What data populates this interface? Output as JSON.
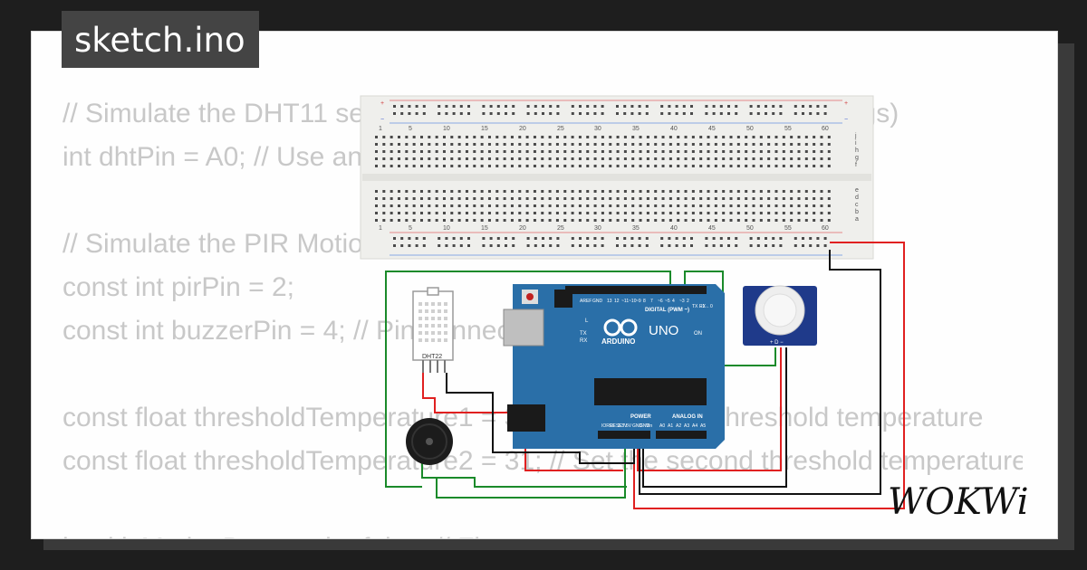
{
  "tab": {
    "filename": "sketch.ino"
  },
  "code_lines": [
    "// Simulate the DHT11 sensor with a potentiometer (random readings)",
    "int dhtPin = A0; // Use analog pin A0 for the simulated DHT sensor",
    "",
    "// Simulate the PIR Motion sensor",
    "const int pirPin = 2;",
    "const int buzzerPin = 4; // Pin connected to the buzzer",
    "",
    "const float thresholdTemperature1 = 30; // Set the first threshold temperature",
    "const float thresholdTemperature2 = 31; // Set the second threshold temperature",
    "",
    "bool isMotionDetected = false; // Flag"
  ],
  "breadboard": {
    "columns": [
      "1",
      "5",
      "10",
      "15",
      "20",
      "25",
      "30",
      "35",
      "40",
      "45",
      "50",
      "55",
      "60"
    ],
    "rows_top": [
      "j",
      "i",
      "h",
      "g",
      "f"
    ],
    "rows_bottom": [
      "e",
      "d",
      "c",
      "b",
      "a"
    ],
    "rail_plus": "+",
    "rail_minus": "−"
  },
  "arduino": {
    "name": "UNO",
    "brand": "ARDUINO",
    "digital_label": "DIGITAL (PWM ~)",
    "power_label": "POWER",
    "analog_label": "ANALOG IN",
    "on_label": "ON",
    "tx_label": "TX",
    "rx_label": "RX",
    "l_label": "L",
    "aref_label": "AREF",
    "gnd_label": "GND",
    "power_pins": [
      "IOREF",
      "RESET",
      "3.3V",
      "5V",
      "GND",
      "GND",
      "Vin"
    ],
    "analog_pins": [
      "A0",
      "A1",
      "A2",
      "A3",
      "A4",
      "A5"
    ],
    "digital_pins": [
      "13",
      "12",
      "~11",
      "~10",
      "~9",
      "8",
      "7",
      "~6",
      "~5",
      "4",
      "~3",
      "2",
      "TX→1",
      "RX←0"
    ]
  },
  "dht": {
    "label": "DHT22"
  },
  "pir": {
    "pin_labels": "+ D −"
  },
  "logo": {
    "text": "WOKWi"
  },
  "colors": {
    "tab_bg": "#444444",
    "arduino_blue": "#2a6fa8",
    "wire_red": "#e02020",
    "wire_green": "#1a8a2a",
    "wire_black": "#111111"
  }
}
